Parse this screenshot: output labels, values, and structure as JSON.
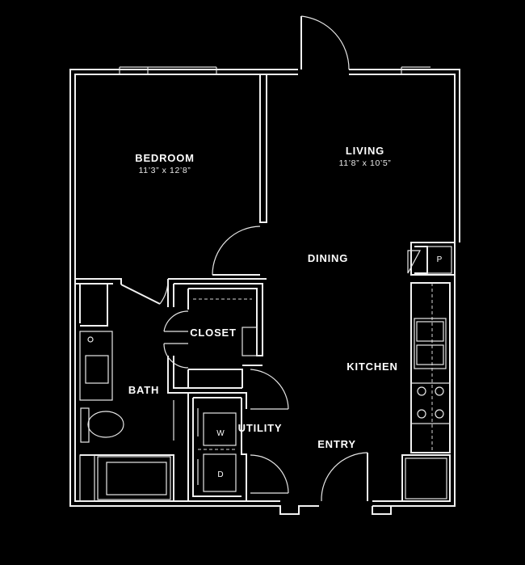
{
  "rooms": {
    "bedroom": {
      "label": "BEDROOM",
      "dimensions": "11’3” x 12’8”"
    },
    "living": {
      "label": "LIVING",
      "dimensions": "11’8” x 10’5”"
    },
    "dining": {
      "label": "DINING"
    },
    "closet": {
      "label": "CLOSET"
    },
    "kitchen": {
      "label": "KITCHEN"
    },
    "bath": {
      "label": "BATH"
    },
    "utility": {
      "label": "UTILITY"
    },
    "entry": {
      "label": "ENTRY"
    }
  },
  "fixtures": {
    "pantry": "P",
    "washer": "W",
    "dryer": "D"
  }
}
